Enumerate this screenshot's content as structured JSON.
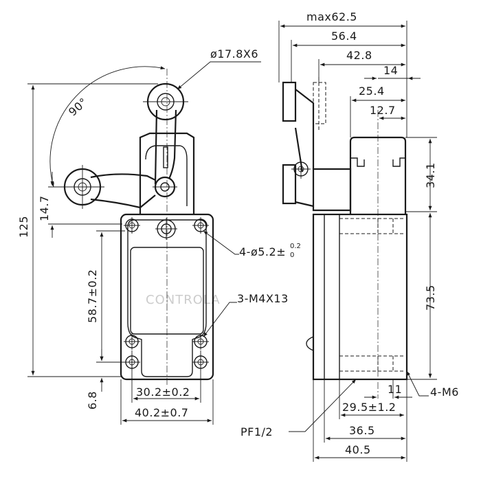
{
  "watermark": "CONTROLA",
  "front_view": {
    "roller_dim": "ø17.8X6",
    "angle": "90°",
    "overall_height": "125",
    "arm_offset": "14.7",
    "mount_spacing": "58.7±0.2",
    "bottom_offset": "6.8",
    "mount_holes": "4-ø5.2±",
    "mount_holes_tol_upper": "0.2",
    "mount_holes_tol_lower": "0",
    "screws": "3-M4X13",
    "hole_spacing": "30.2±0.2",
    "body_width": "40.2±0.7"
  },
  "side_view": {
    "max_width": "max62.5",
    "width_56": "56.4",
    "width_42": "42.8",
    "offset_14": "14",
    "offset_25": "25.4",
    "offset_12": "12.7",
    "head_height": "34.1",
    "body_height": "73.5",
    "bottom_11": "11",
    "bottom_29": "29.5±1.2",
    "thread": "4-M6",
    "conduit": "PF1/2",
    "depth_36": "36.5",
    "depth_40": "40.5"
  }
}
